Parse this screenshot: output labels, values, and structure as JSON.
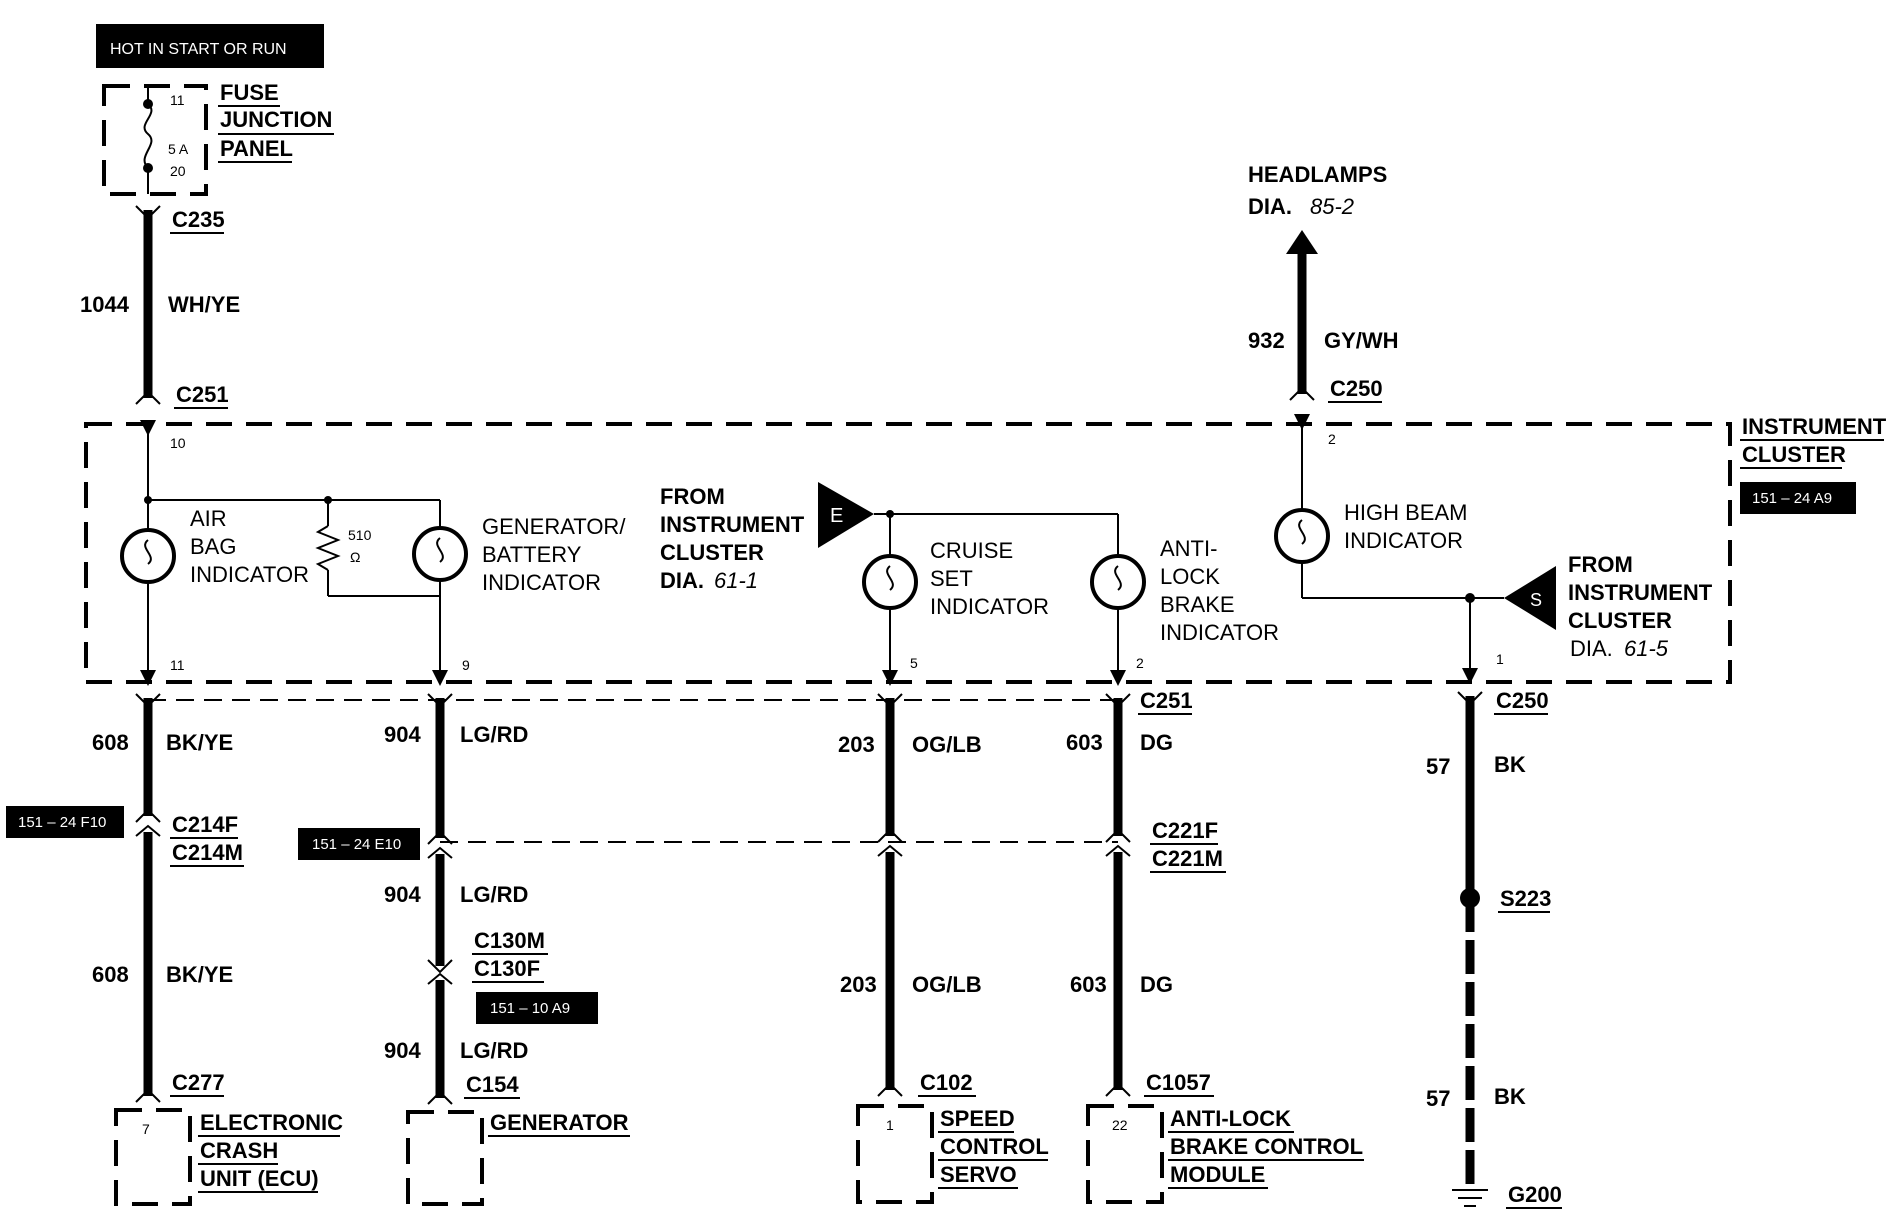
{
  "header": {
    "hot_label": "HOT IN START OR RUN"
  },
  "fuse_panel": {
    "title": [
      "FUSE",
      "JUNCTION",
      "PANEL"
    ],
    "pin_in": "11",
    "rating": "5 A",
    "pin_out": "20"
  },
  "connectors": {
    "c235": "C235",
    "c251_top": "C251",
    "c250_top": "C250",
    "c251_bottom": "C251",
    "c250_bottom": "C250",
    "c214f": "C214F",
    "c214m": "C214M",
    "c221f": "C221F",
    "c221m": "C221M",
    "c130m": "C130M",
    "c130f": "C130F",
    "c277": "C277",
    "c154": "C154",
    "c102": "C102",
    "c1057": "C1057",
    "s223": "S223",
    "g200": "G200"
  },
  "wires": {
    "w1044": {
      "num": "1044",
      "color": "WH/YE"
    },
    "w932": {
      "num": "932",
      "color": "GY/WH"
    },
    "w608a": {
      "num": "608",
      "color": "BK/YE"
    },
    "w608b": {
      "num": "608",
      "color": "BK/YE"
    },
    "w904a": {
      "num": "904",
      "color": "LG/RD"
    },
    "w904b": {
      "num": "904",
      "color": "LG/RD"
    },
    "w904c": {
      "num": "904",
      "color": "LG/RD"
    },
    "w203a": {
      "num": "203",
      "color": "OG/LB"
    },
    "w203b": {
      "num": "203",
      "color": "OG/LB"
    },
    "w603a": {
      "num": "603",
      "color": "DG"
    },
    "w603b": {
      "num": "603",
      "color": "DG"
    },
    "w57a": {
      "num": "57",
      "color": "BK"
    },
    "w57b": {
      "num": "57",
      "color": "BK"
    }
  },
  "headlamps": {
    "line1": "HEADLAMPS",
    "line2": "DIA.",
    "ref": "85-2"
  },
  "cluster": {
    "title": [
      "INSTRUMENT",
      "CLUSTER"
    ],
    "ref_box": "151 – 24 A9",
    "pins": {
      "p10": "10",
      "p2": "2",
      "p11": "11",
      "p9": "9",
      "p5": "5",
      "p2b": "2",
      "p1": "1"
    },
    "air_bag": [
      "AIR",
      "BAG",
      "INDICATOR"
    ],
    "resistor": {
      "value": "510",
      "unit": "Ω"
    },
    "gen_batt": [
      "GENERATOR/",
      "BATTERY",
      "INDICATOR"
    ],
    "from_e": {
      "lines": [
        "FROM",
        "INSTRUMENT",
        "CLUSTER"
      ],
      "dia": "DIA.",
      "ref": "61-1",
      "letter": "E"
    },
    "cruise": [
      "CRUISE",
      "SET",
      "INDICATOR"
    ],
    "abs": [
      "ANTI-",
      "LOCK",
      "BRAKE",
      "INDICATOR"
    ],
    "high_beam": [
      "HIGH BEAM",
      "INDICATOR"
    ],
    "from_s": {
      "lines": [
        "FROM",
        "INSTRUMENT",
        "CLUSTER"
      ],
      "dia": "DIA.",
      "ref": "61-5",
      "letter": "S"
    }
  },
  "ref_boxes": {
    "f10": "151 – 24 F10",
    "e10": "151 – 24 E10",
    "a9b": "151 – 10 A9"
  },
  "components": {
    "ecu": {
      "pin": "7",
      "lines": [
        "ELECTRONIC",
        "CRASH",
        "UNIT (ECU)"
      ]
    },
    "generator": {
      "label": "GENERATOR"
    },
    "servo": {
      "pin": "1",
      "lines": [
        "SPEED",
        "CONTROL",
        "SERVO"
      ]
    },
    "abs_module": {
      "pin": "22",
      "lines": [
        "ANTI-LOCK",
        "BRAKE CONTROL",
        "MODULE"
      ]
    }
  }
}
